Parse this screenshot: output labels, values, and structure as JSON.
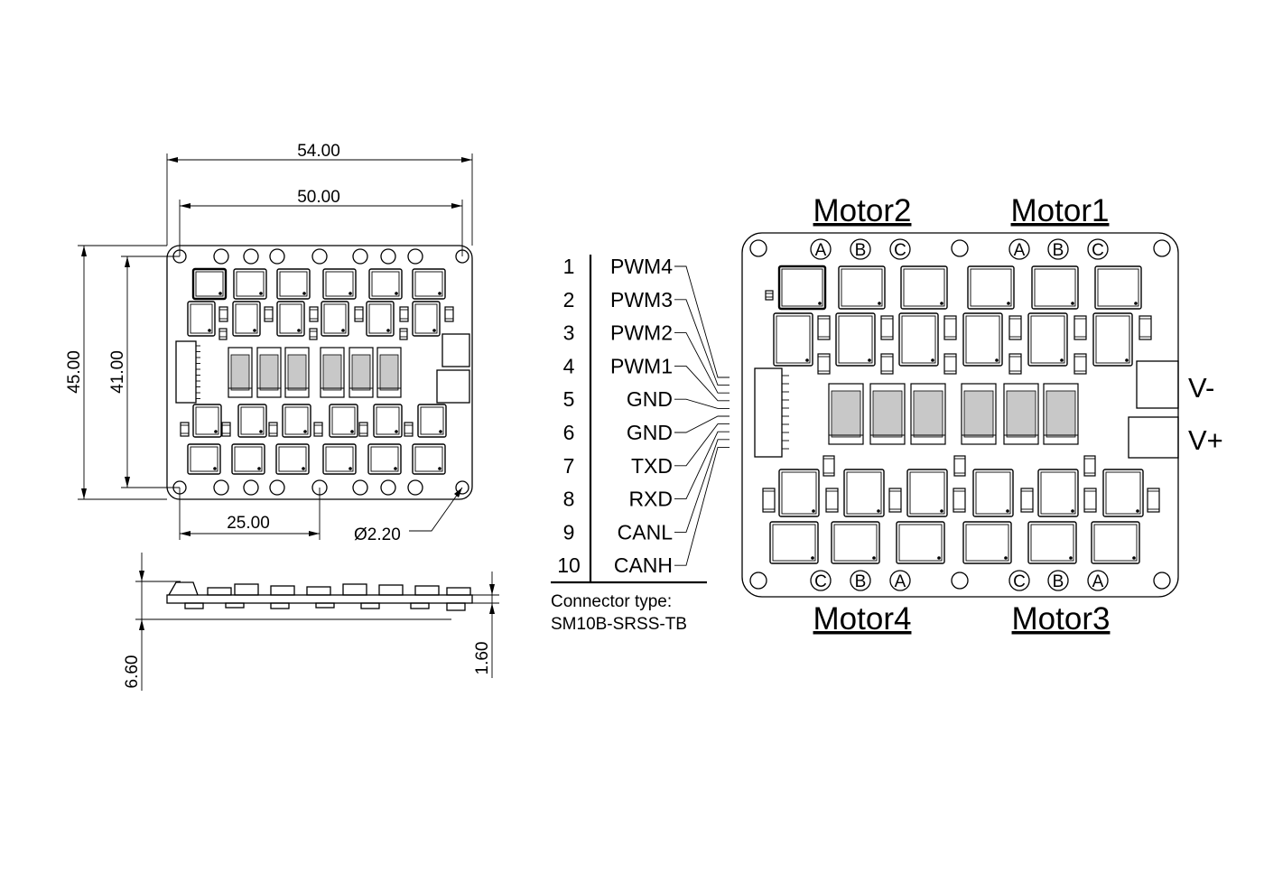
{
  "dimensions": {
    "width_outer": "54.00",
    "width_holes": "50.00",
    "height_outer": "45.00",
    "height_holes": "41.00",
    "hole_offset": "25.00",
    "hole_diameter": "Ø2.20",
    "total_height": "6.60",
    "board_thickness": "1.60"
  },
  "connector": {
    "pins": [
      {
        "num": "1",
        "signal": "PWM4"
      },
      {
        "num": "2",
        "signal": "PWM3"
      },
      {
        "num": "3",
        "signal": "PWM2"
      },
      {
        "num": "4",
        "signal": "PWM1"
      },
      {
        "num": "5",
        "signal": "GND"
      },
      {
        "num": "6",
        "signal": "GND"
      },
      {
        "num": "7",
        "signal": "TXD"
      },
      {
        "num": "8",
        "signal": "RXD"
      },
      {
        "num": "9",
        "signal": "CANL"
      },
      {
        "num": "10",
        "signal": "CANH"
      }
    ],
    "type_label": "Connector type:",
    "type_value": "SM10B-SRSS-TB"
  },
  "motors": {
    "top_left": "Motor2",
    "top_right": "Motor1",
    "bottom_left": "Motor4",
    "bottom_right": "Motor3"
  },
  "power": {
    "negative": "V-",
    "positive": "V+"
  },
  "phases": {
    "top": [
      "A",
      "B",
      "C",
      "A",
      "B",
      "C"
    ],
    "bottom": [
      "C",
      "B",
      "A",
      "C",
      "B",
      "A"
    ]
  }
}
